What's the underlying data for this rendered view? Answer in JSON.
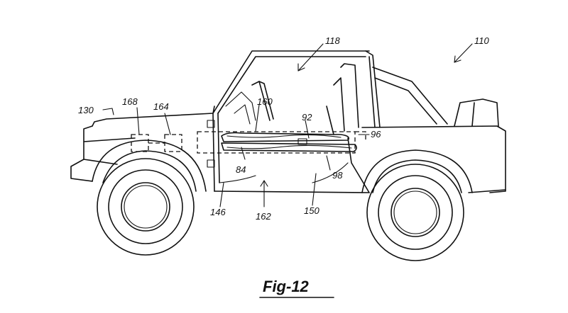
{
  "figure": {
    "caption": "Fig-12"
  },
  "labels": {
    "l110": "110",
    "l118": "118",
    "l130": "130",
    "l168": "168",
    "l164": "164",
    "l160": "160",
    "l92": "92",
    "l96": "96",
    "l84": "84",
    "l98": "98",
    "l146": "146",
    "l162": "162",
    "l150": "150"
  }
}
